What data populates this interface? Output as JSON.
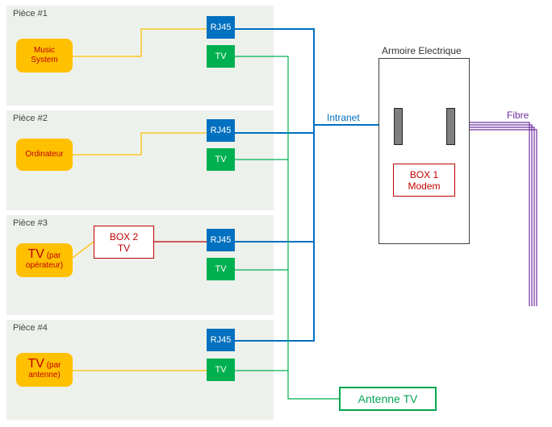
{
  "rooms": [
    {
      "title": "Pièce #1",
      "device": "Music System",
      "rj45": "RJ45",
      "tv": "TV"
    },
    {
      "title": "Pièce #2",
      "device": "Ordinateur",
      "rj45": "RJ45",
      "tv": "TV"
    },
    {
      "title": "Pièce #3",
      "device_main": "TV",
      "device_sub": "(par",
      "device_sub2": "opérateur)",
      "box_line1": "BOX 2",
      "box_line2": "TV",
      "rj45": "RJ45",
      "tv": "TV"
    },
    {
      "title": "Pièce #4",
      "device_main": "TV",
      "device_sub": "(par",
      "device_sub2": "antenne)",
      "rj45": "RJ45",
      "tv": "TV"
    }
  ],
  "cabinet": {
    "title": "Armoire Electrique",
    "box_line1": "BOX 1",
    "box_line2": "Modem"
  },
  "labels": {
    "intranet": "Intranet",
    "fibre": "Fibre",
    "antenna": "Antenne TV"
  },
  "colors": {
    "ethernet": "#0070c0",
    "coax": "#00b050",
    "audio": "#ffc000",
    "box": "#c00000",
    "fibre": "#7030a0"
  }
}
